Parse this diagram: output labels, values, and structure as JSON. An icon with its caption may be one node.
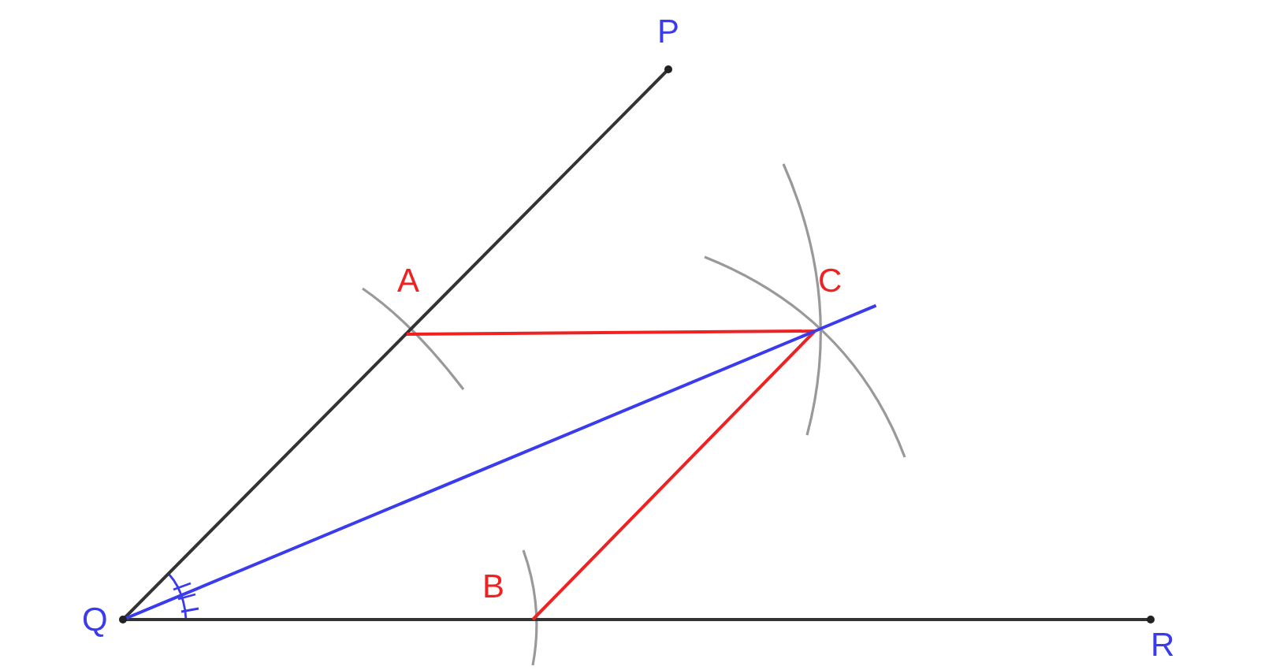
{
  "diagram": {
    "nodes": [
      {
        "text": [
          "P"
        ]
      },
      {
        "text": [
          "A"
        ]
      },
      {
        "text": [
          "C"
        ]
      },
      {
        "text": [
          "Q"
        ]
      },
      {
        "text": [
          "B"
        ]
      },
      {
        "text": [
          "R"
        ]
      }
    ],
    "edges": [
      {
        "from": 3,
        "to": 0,
        "arrow": "none",
        "color": "#333333"
      },
      {
        "from": 3,
        "to": 5,
        "arrow": "none",
        "color": "#333333"
      },
      {
        "from": 1,
        "to": 2,
        "arrow": "none",
        "color": "#ee2222"
      },
      {
        "from": 4,
        "to": 2,
        "arrow": "none",
        "color": "#ee2222"
      },
      {
        "from": 3,
        "to": 2,
        "arrow": "none",
        "color": "#3b3bee"
      }
    ]
  }
}
